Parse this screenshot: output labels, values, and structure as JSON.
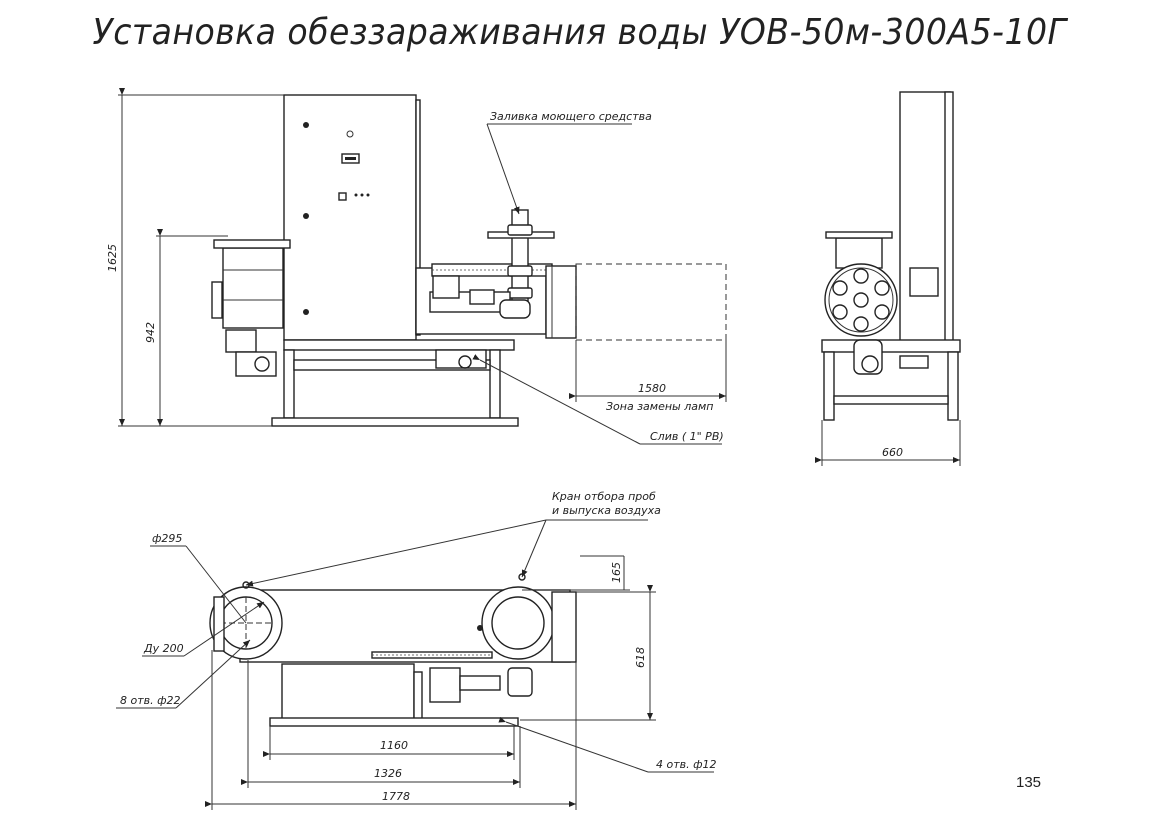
{
  "title": "Установка обеззараживания воды УОВ-50м-300А5-10Г",
  "page_number": "135",
  "labels": {
    "detergent_inlet": "Заливка моющего средства",
    "lamp_zone": "Зона замены ламп",
    "drain": "Слив ( 1\" РВ)",
    "sampling_valve_line1": "Кран отбора проб",
    "sampling_valve_line2": "и выпуска воздуха",
    "dn": "Ду 200",
    "holes_22": "8 отв. ф22",
    "holes_12": "4 отв. ф12",
    "diameter_295": "ф295"
  },
  "dimensions": {
    "height_total": "1625",
    "height_axis": "942",
    "lamp_zone_length": "1580",
    "side_width": "660",
    "top_offset": "165",
    "top_depth": "618",
    "frame_1160": "1160",
    "frame_1326": "1326",
    "overall_1778": "1778"
  }
}
